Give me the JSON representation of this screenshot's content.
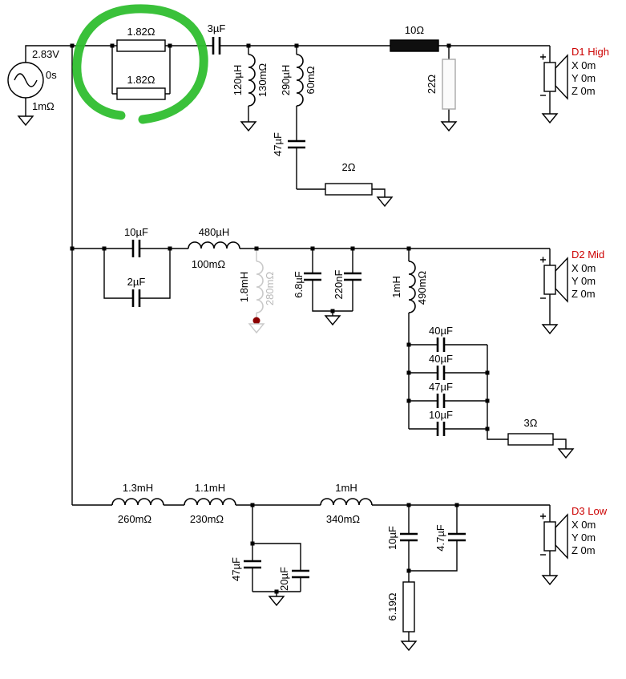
{
  "colors": {
    "annotation": "#2fbe2f",
    "driver_name": "#cc0000",
    "disabled": "#c9c9c9",
    "disabled_label": "#b9b9b9",
    "red_node": "#8b0000"
  },
  "source": {
    "voltage": "2.83V",
    "start": "0s",
    "impedance": "1mΩ"
  },
  "high": {
    "r_par_1": "1.82Ω",
    "r_par_2": "1.82Ω",
    "c_series": "3µF",
    "l_shunt": "120µH",
    "l_shunt_esr": "130mΩ",
    "l_trap": "290µH",
    "l_trap_esr": "60mΩ",
    "c_trap": "47µF",
    "r_trap": "2Ω",
    "r_series": "10Ω",
    "r_shunt": "22Ω",
    "driver": {
      "name": "D1 High",
      "x": "X 0m",
      "y": "Y 0m",
      "z": "Z 0m"
    }
  },
  "mid": {
    "c_in_1": "10µF",
    "c_in_2": "2µF",
    "l_series": "480µH",
    "l_series_esr": "100mΩ",
    "l_disabled": "1.8mH",
    "l_disabled_esr": "280mΩ",
    "c_shunt_1": "6.8µF",
    "c_shunt_2": "220nF",
    "l_trap": "1mH",
    "l_trap_esr": "490mΩ",
    "bank": [
      "40µF",
      "40µF",
      "47µF",
      "10µF"
    ],
    "r_trap": "3Ω",
    "driver": {
      "name": "D2 Mid",
      "x": "X 0m",
      "y": "Y 0m",
      "z": "Z 0m"
    }
  },
  "low": {
    "l1": "1.3mH",
    "l1_esr": "260mΩ",
    "l2": "1.1mH",
    "l2_esr": "230mΩ",
    "l3": "1mH",
    "l3_esr": "340mΩ",
    "c_shunt_1": "47µF",
    "c_shunt_2": "20µF",
    "zobel_c1": "10µF",
    "zobel_c2": "4.7µF",
    "zobel_r": "6.19Ω",
    "driver": {
      "name": "D3 Low",
      "x": "X 0m",
      "y": "Y 0m",
      "z": "Z 0m"
    }
  }
}
